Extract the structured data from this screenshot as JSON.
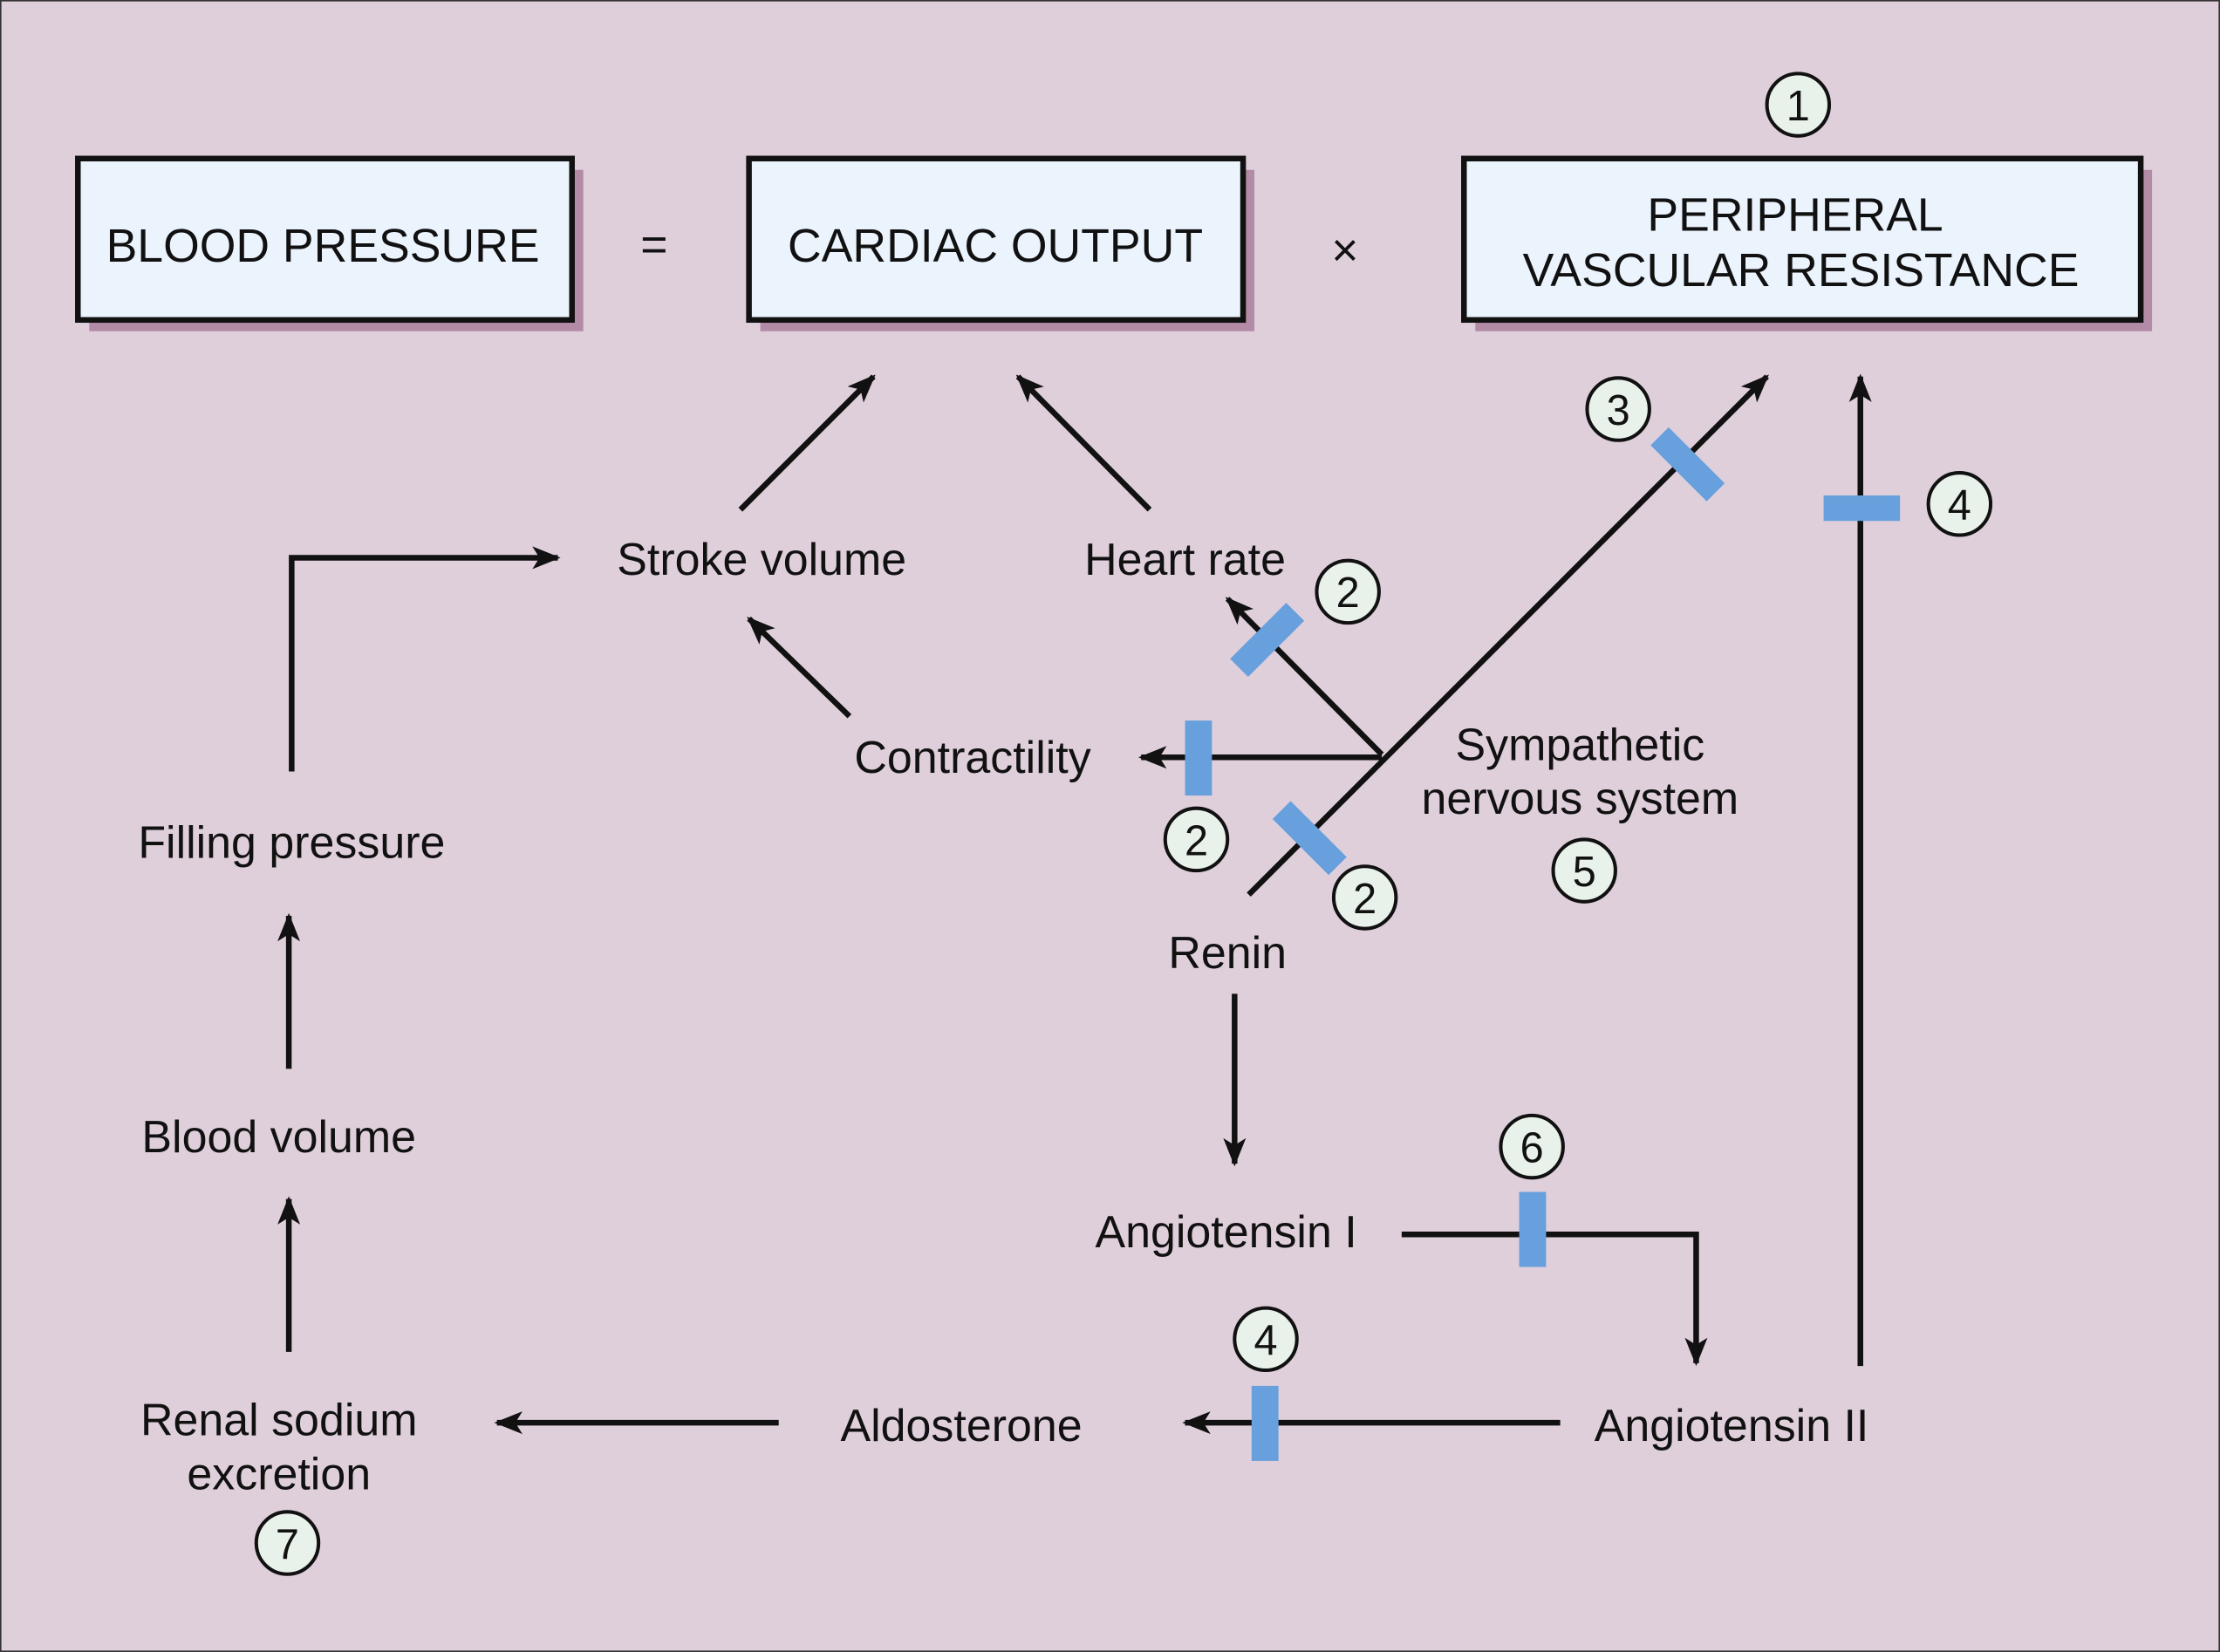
{
  "colors": {
    "background": "#dfcfdb",
    "box_fill": "#ebf3fd",
    "box_shadow": "#b48ba6",
    "blocker": "#67a0dc",
    "marker_fill": "#e9f2ea",
    "line": "#111111"
  },
  "equation": {
    "blood_pressure": "BLOOD PRESSURE",
    "equals": "=",
    "cardiac_output": "CARDIAC OUTPUT",
    "times": "×",
    "pvr_line1": "PERIPHERAL",
    "pvr_line2": "VASCULAR RESISTANCE"
  },
  "nodes": {
    "stroke_volume": "Stroke volume",
    "heart_rate": "Heart rate",
    "contractility": "Contractility",
    "sympathetic_line1": "Sympathetic",
    "sympathetic_line2": "nervous system",
    "filling_pressure": "Filling pressure",
    "blood_volume": "Blood volume",
    "renin": "Renin",
    "angiotensin_1": "Angiotensin I",
    "angiotensin_2": "Angiotensin II",
    "aldosterone": "Aldosterone",
    "renal_line1": "Renal sodium",
    "renal_line2": "excretion"
  },
  "markers": {
    "pvr": "1",
    "heart_rate_block": "2",
    "contractility_block": "2",
    "renin_block": "2",
    "sympathetic_pvr_block": "3",
    "angiotensin_pvr_block": "4",
    "aldosterone_block": "4",
    "sympathetic": "5",
    "ace": "6",
    "renal": "7"
  }
}
